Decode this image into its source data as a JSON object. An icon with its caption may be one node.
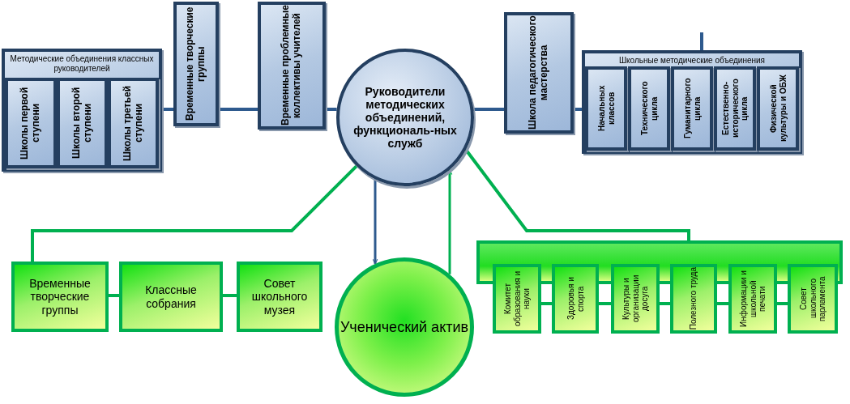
{
  "diagram": {
    "nodes": [
      {
        "text": [
          "Методические объединения классных руководителей"
        ]
      },
      {
        "text": [
          "Школы первой ступени"
        ],
        "in": 0
      },
      {
        "text": [
          "Школы второй ступени"
        ],
        "in": 0
      },
      {
        "text": [
          "Школы третьей ступени"
        ],
        "in": 0
      },
      {
        "text": [
          "Временные творческие группы"
        ]
      },
      {
        "text": [
          "Временные проблемные коллективы учителей"
        ]
      },
      {
        "text": [
          "Руководители методических объединений, функциональ-ных служб"
        ]
      },
      {
        "text": [
          "Школа педагогического мастерства"
        ]
      },
      {
        "text": [
          "Школьные методические объединения"
        ]
      },
      {
        "text": [
          "Начальных классов"
        ],
        "in": 8
      },
      {
        "text": [
          "Технического цикла"
        ],
        "in": 8
      },
      {
        "text": [
          "Гуманитарного цикла"
        ],
        "in": 8
      },
      {
        "text": [
          "Естественно-исторического цикла"
        ],
        "in": 8
      },
      {
        "text": [
          "Физической культуры и ОБЖ"
        ],
        "in": 8
      },
      {
        "text": [
          "Временные творческие группы"
        ]
      },
      {
        "text": [
          "Классные собрания"
        ]
      },
      {
        "text": [
          "Совет школьного музея"
        ]
      },
      {
        "text": [
          "Ученический актив"
        ]
      },
      {
        "text": [],
        "shape": "bar"
      },
      {
        "text": [
          "Комитет образования и науки"
        ]
      },
      {
        "text": [
          "Здоровья и спорта"
        ]
      },
      {
        "text": [
          "Культуры и организации досуга"
        ]
      },
      {
        "text": [
          "Полезного труда"
        ]
      },
      {
        "text": [
          "Информации и школьной печати"
        ]
      },
      {
        "text": [
          "Совет школьного парламента"
        ]
      }
    ],
    "edges": [
      {
        "from": 0,
        "to": 4,
        "arrow": "none",
        "color": "#2e5a8e"
      },
      {
        "from": 4,
        "to": 5,
        "arrow": "none",
        "color": "#2e5a8e"
      },
      {
        "from": 5,
        "to": 6,
        "arrow": "none",
        "color": "#2e5a8e"
      },
      {
        "from": 6,
        "to": 7,
        "arrow": "none",
        "color": "#2e5a8e"
      },
      {
        "from": 7,
        "to": 8,
        "arrow": "none",
        "color": "#2e5a8e"
      },
      {
        "from": null,
        "to": 8,
        "arrow": "none",
        "color": "#2e5a8e"
      },
      {
        "from": 6,
        "to": 14,
        "arrow": "none"
      },
      {
        "from": 14,
        "to": 15,
        "arrow": "none"
      },
      {
        "from": 15,
        "to": 16,
        "arrow": "none"
      },
      {
        "from": 6,
        "to": 17,
        "arrow": "to",
        "color": "#2e5a8e"
      },
      {
        "from": 17,
        "to": 6,
        "arrow": "to"
      },
      {
        "from": 6,
        "to": 18,
        "arrow": "none"
      },
      {
        "from": 19,
        "to": 20,
        "arrow": "none"
      },
      {
        "from": 20,
        "to": 21,
        "arrow": "none"
      },
      {
        "from": 21,
        "to": 22,
        "arrow": "none"
      },
      {
        "from": 22,
        "to": 23,
        "arrow": "none"
      },
      {
        "from": 23,
        "to": 24,
        "arrow": "none"
      }
    ]
  }
}
